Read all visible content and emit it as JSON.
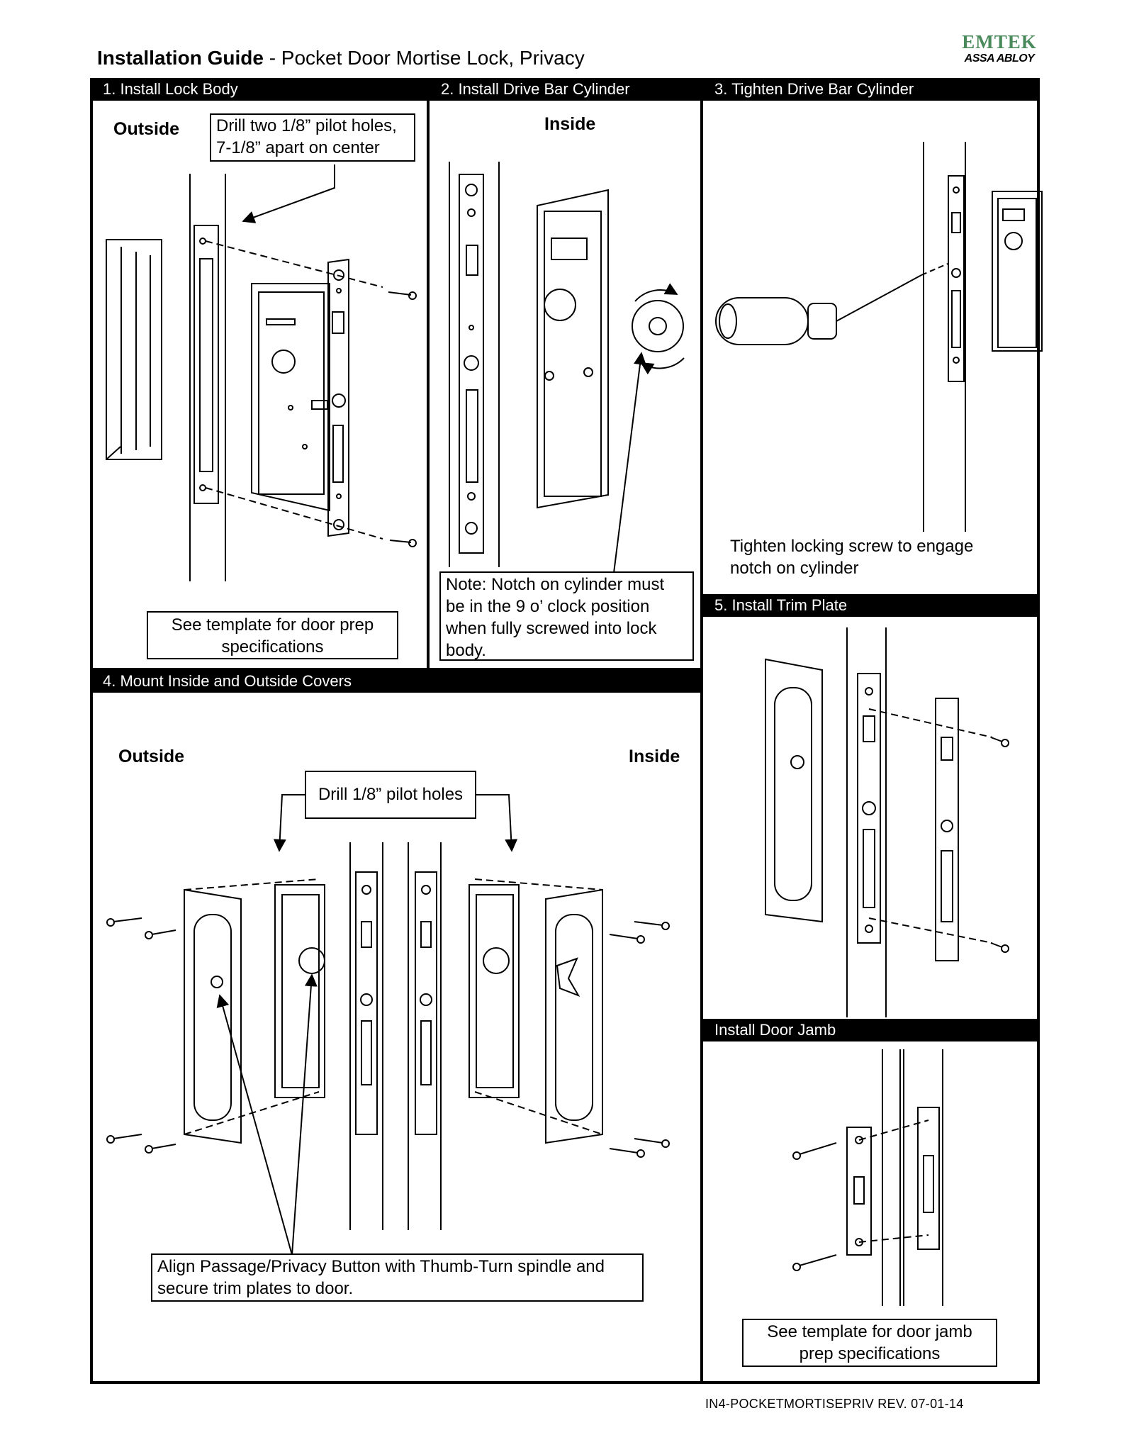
{
  "header": {
    "title_bold": "Installation Guide",
    "title_rest": " - Pocket Door Mortise Lock, Privacy",
    "brand": "EMTEK",
    "brand_sub": "ASSA ABLOY"
  },
  "steps": {
    "step1": {
      "heading": "1. Install Lock Body",
      "side_label": "Outside",
      "callout": "Drill two 1/8” pilot holes,\n7-1/8” apart on center",
      "note": "See template for door prep specifications"
    },
    "step2": {
      "heading": "2. Install Drive Bar Cylinder",
      "side_label": "Inside",
      "note": "Note: Notch on cylinder must be in the 9 o’ clock position when fully screwed  into lock body."
    },
    "step3": {
      "heading": "3. Tighten Drive Bar Cylinder",
      "note": "Tighten locking screw to engage notch on cylinder"
    },
    "step4": {
      "heading": "4. Mount Inside and Outside Covers",
      "outside_label": "Outside",
      "inside_label": "Inside",
      "callout": "Drill 1/8” pilot holes",
      "note": "Align Passage/Privacy Button with Thumb-Turn spindle and secure trim plates to door."
    },
    "step5": {
      "heading": "5. Install Trim Plate"
    },
    "step6": {
      "heading": "Install Door Jamb",
      "note": "See template for door jamb prep specifications"
    }
  },
  "footer": {
    "doc_code": "IN4-POCKETMORTISEPRIV  REV. 07-01-14"
  },
  "colors": {
    "brand_green": "#4a8a5c",
    "line": "#000000"
  }
}
